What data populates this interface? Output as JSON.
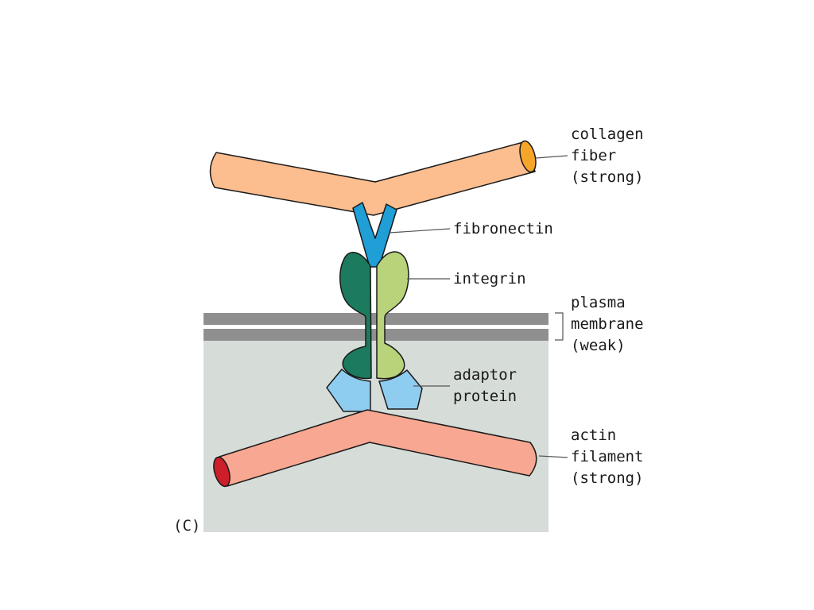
{
  "panel_label": "(C)",
  "labels": {
    "collagen": [
      "collagen",
      "fiber",
      "(strong)"
    ],
    "fibronectin": [
      "fibronectin"
    ],
    "integrin": [
      "integrin"
    ],
    "membrane": [
      "plasma",
      "membrane",
      "(weak)"
    ],
    "adaptor": [
      "adaptor",
      "protein"
    ],
    "actin": [
      "actin",
      "filament",
      "(strong)"
    ]
  },
  "colors": {
    "cytoplasm": "#d6dcd8",
    "membrane": "#8f8f8f",
    "collagen": "#fcbd8f",
    "collagen_end": "#f5a52a",
    "fibronectin": "#1f9fd6",
    "integrin_alpha": "#1c7a5e",
    "integrin_beta": "#b9d37a",
    "adaptor": "#8fcdf0",
    "actin": "#f7a792",
    "actin_end": "#cc1f2a",
    "outline": "#1a1a1a"
  }
}
